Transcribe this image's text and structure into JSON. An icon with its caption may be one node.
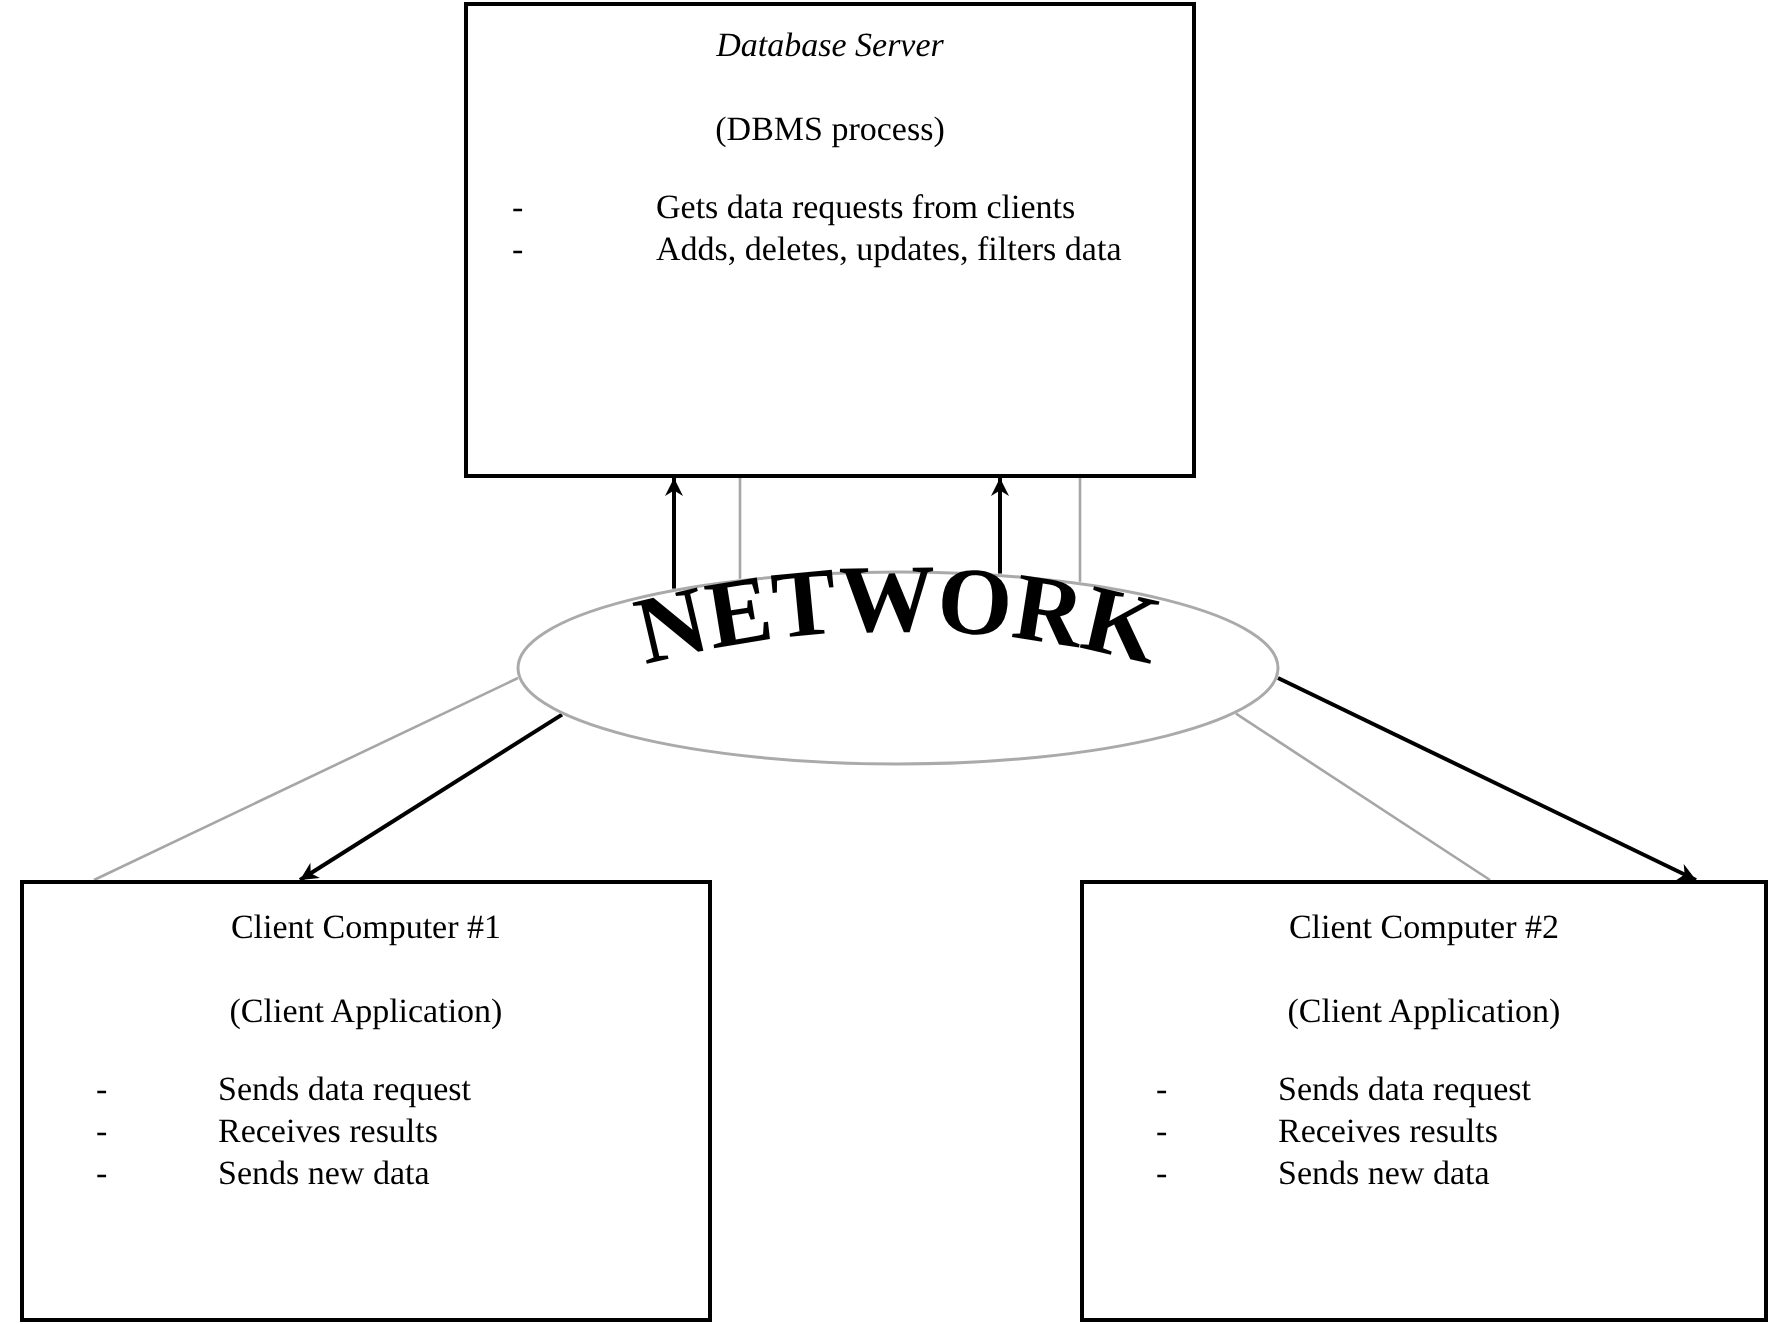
{
  "diagram": {
    "nodes": [
      {
        "text": [
          "Database Server",
          "(DBMS process)",
          "-",
          "Gets data requests from clients",
          "-",
          "Adds, deletes, updates, filters data"
        ]
      },
      {
        "text": [
          "NETWORK"
        ]
      },
      {
        "text": [
          "Client Computer #1",
          "(Client Application)",
          "-",
          "Sends data request",
          "-",
          "Receives results",
          "-",
          "Sends new data"
        ]
      },
      {
        "text": [
          "Client Computer #2",
          "(Client Application)",
          "-",
          "Sends data request",
          "-",
          "Receives results",
          "-",
          "Sends new data"
        ]
      }
    ],
    "edges": [
      {
        "from": 1,
        "to": 0,
        "arrow": "to"
      },
      {
        "from": 1,
        "to": 0,
        "arrow": "none",
        "color": "#a6a6a6"
      },
      {
        "from": 1,
        "to": 0,
        "arrow": "to"
      },
      {
        "from": 1,
        "to": 0,
        "arrow": "none",
        "color": "#a6a6a6"
      },
      {
        "from": 1,
        "to": 2,
        "arrow": "none",
        "color": "#a6a6a6"
      },
      {
        "from": 1,
        "to": 2,
        "arrow": "to"
      },
      {
        "from": 1,
        "to": 3,
        "arrow": "none",
        "color": "#a6a6a6"
      },
      {
        "from": 1,
        "to": 3,
        "arrow": "to"
      }
    ]
  }
}
